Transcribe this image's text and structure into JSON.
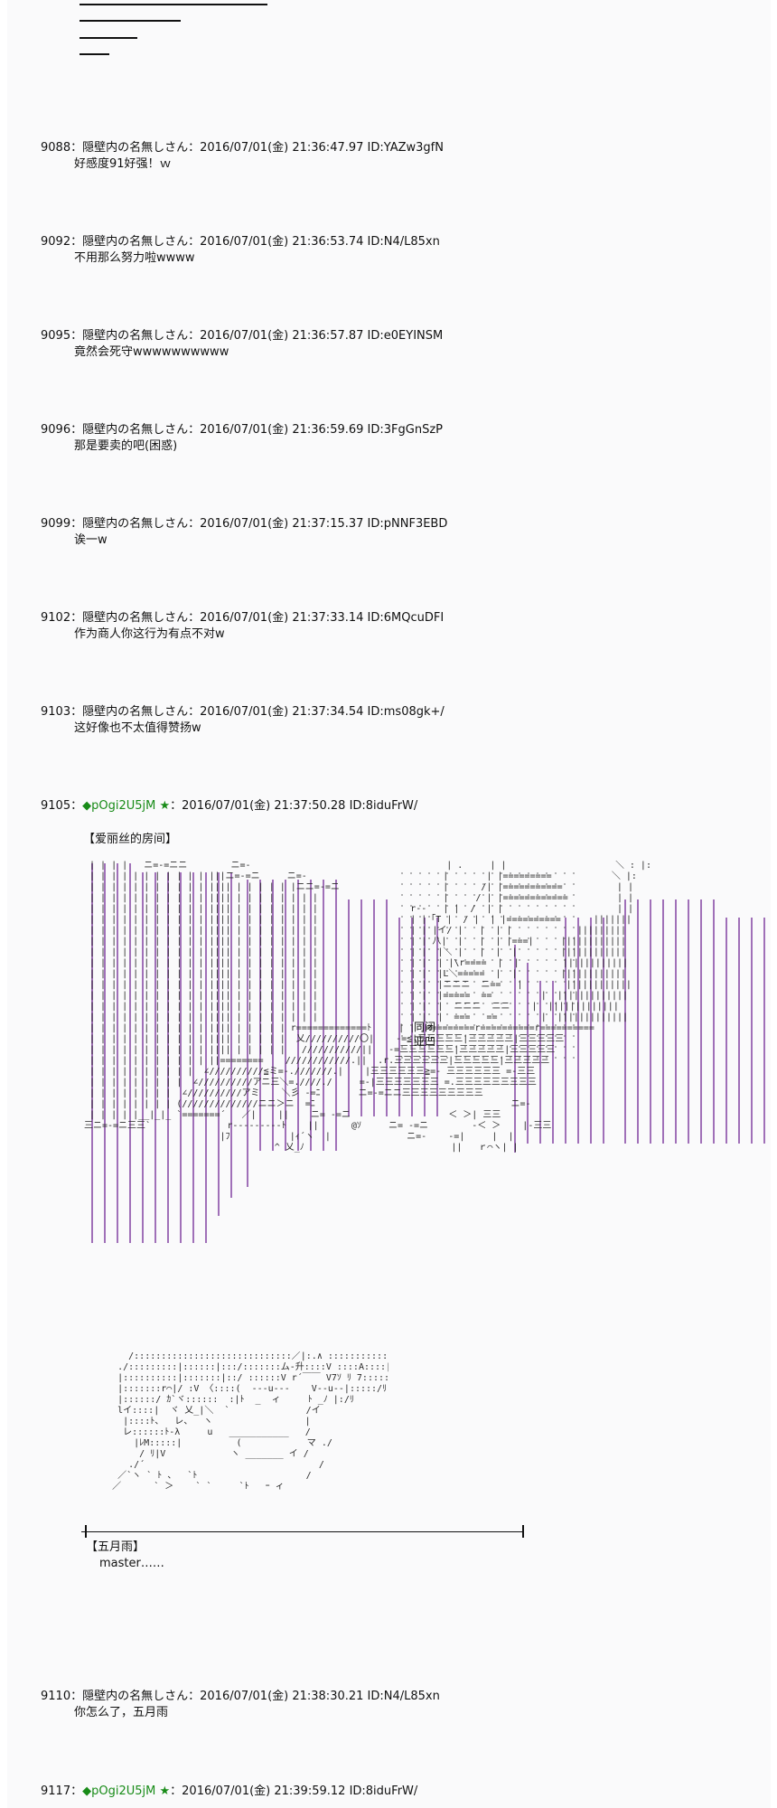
{
  "posts": [
    {
      "num": "9088",
      "name": "隠壁内の名無しさん",
      "date": "2016/07/01(金) 21:36:47.97",
      "id": "ID:YAZw3gfN",
      "body": "好感度91好强！ｗ"
    },
    {
      "num": "9092",
      "name": "隠壁内の名無しさん",
      "date": "2016/07/01(金) 21:36:53.74",
      "id": "ID:N4/L85xn",
      "body": "不用那么努力啦wwww"
    },
    {
      "num": "9095",
      "name": "隠壁内の名無しさん",
      "date": "2016/07/01(金) 21:36:57.87",
      "id": "ID:e0EYINSM",
      "body": "竟然会死守wwwwwwwwww"
    },
    {
      "num": "9096",
      "name": "隠壁内の名無しさん",
      "date": "2016/07/01(金) 21:36:59.69",
      "id": "ID:3FgGnSzP",
      "body": "那是要卖的吧(困惑)"
    },
    {
      "num": "9099",
      "name": "隠壁内の名無しさん",
      "date": "2016/07/01(金) 21:37:15.37",
      "id": "ID:pNNF3EBD",
      "body": "诶一w"
    },
    {
      "num": "9102",
      "name": "隠壁内の名無しさん",
      "date": "2016/07/01(金) 21:37:33.14",
      "id": "ID:6MQcuDFI",
      "body": "作为商人你这行为有点不对w"
    },
    {
      "num": "9103",
      "name": "隠壁内の名無しさん",
      "date": "2016/07/01(金) 21:37:34.54",
      "id": "ID:ms08gk+/",
      "body": "这好像也不太值得赞扬w"
    }
  ],
  "op_post_1": {
    "num": "9105",
    "trip": "◆pOgi2U5jM",
    "star": "★",
    "date": "2016/07/01(金) 21:37:50.28",
    "id": "ID:8iduFrW/"
  },
  "scene_label": "【爱丽丝的房间】",
  "room_sign": "同闭\n亚凹",
  "speaker_label": "【五月雨】",
  "speaker_line": "master……",
  "post_9110": {
    "num": "9110",
    "name": "隠壁内の名無しさん",
    "date": "2016/07/01(金) 21:38:30.21",
    "id": "ID:N4/L85xn",
    "body": "你怎么了，五月雨"
  },
  "op_post_2": {
    "num": "9117",
    "trip": "◆pOgi2U5jM",
    "star": "★",
    "date": "2016/07/01(金) 21:39:59.12",
    "id": "ID:8iduFrW/"
  }
}
